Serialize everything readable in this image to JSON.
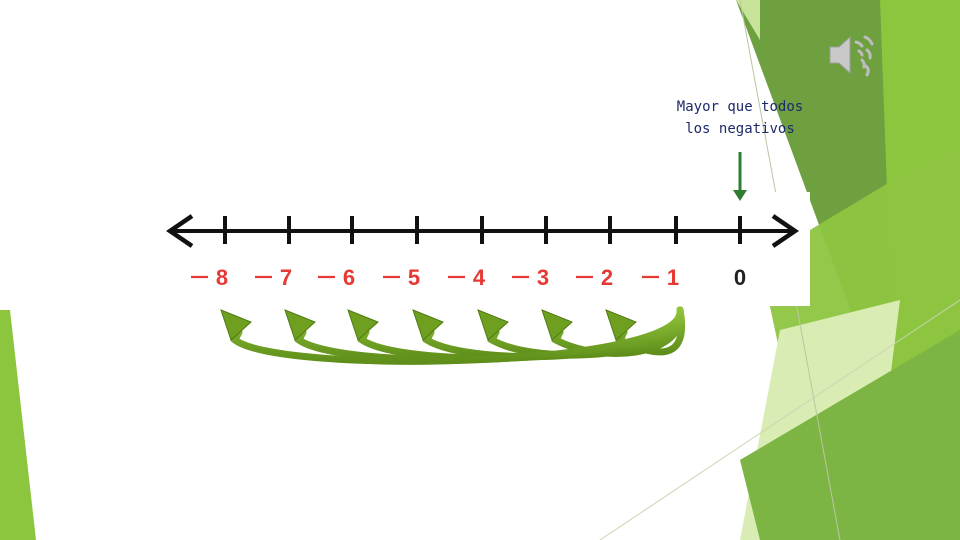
{
  "callout": {
    "line1": "Mayor que todos",
    "line2": "los negativos"
  },
  "number_line": {
    "labels": [
      {
        "sign": "−",
        "digit": "8",
        "value": -8
      },
      {
        "sign": "−",
        "digit": "7",
        "value": -7
      },
      {
        "sign": "−",
        "digit": "6",
        "value": -6
      },
      {
        "sign": "−",
        "digit": "5",
        "value": -5
      },
      {
        "sign": "−",
        "digit": "4",
        "value": -4
      },
      {
        "sign": "−",
        "digit": "3",
        "value": -3
      },
      {
        "sign": "−",
        "digit": "2",
        "value": -2
      },
      {
        "sign": "−",
        "digit": "1",
        "value": -1
      },
      {
        "sign": "",
        "digit": "0",
        "value": 0
      }
    ]
  },
  "colors": {
    "negative_numbers": "#e53935",
    "zero": "#222222",
    "arrows": "#6e9f1f",
    "indicator": "#2e7d32",
    "callout_text": "#1f2a6b",
    "accent_green": "#8bc34a"
  },
  "icons": {
    "audio": "speaker-icon"
  }
}
